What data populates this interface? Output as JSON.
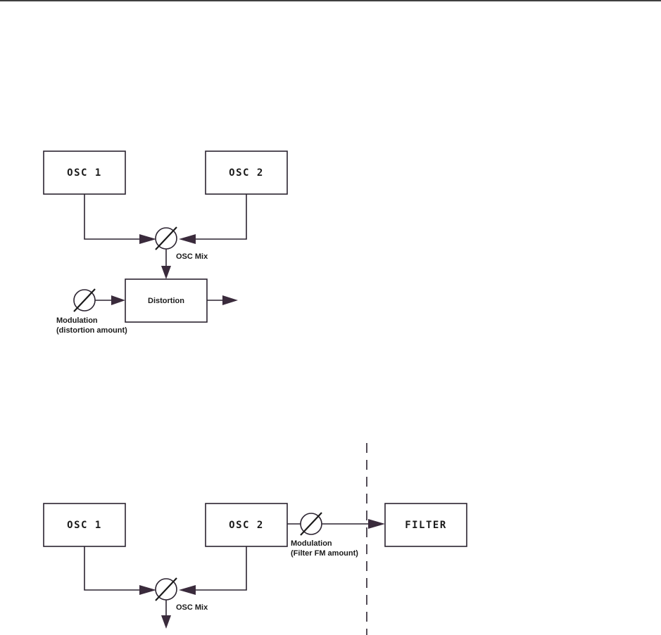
{
  "colors": {
    "line": "#2b2330",
    "arrowhead": "#3a2b3c",
    "text": "#1a1a1a",
    "background": "#ffffff"
  },
  "diagram_top": {
    "osc1_label": "OSC 1",
    "osc2_label": "OSC 2",
    "mix_knob_label": "OSC Mix",
    "distortion_label": "Distortion",
    "modulation_label_line1": "Modulation",
    "modulation_label_line2": "(distortion amount)"
  },
  "diagram_bottom": {
    "osc1_label": "OSC 1",
    "osc2_label": "OSC 2",
    "filter_label": "FILTER",
    "mix_knob_label": "OSC Mix",
    "modulation_label_line1": "Modulation",
    "modulation_label_line2": "(Filter FM amount)"
  }
}
